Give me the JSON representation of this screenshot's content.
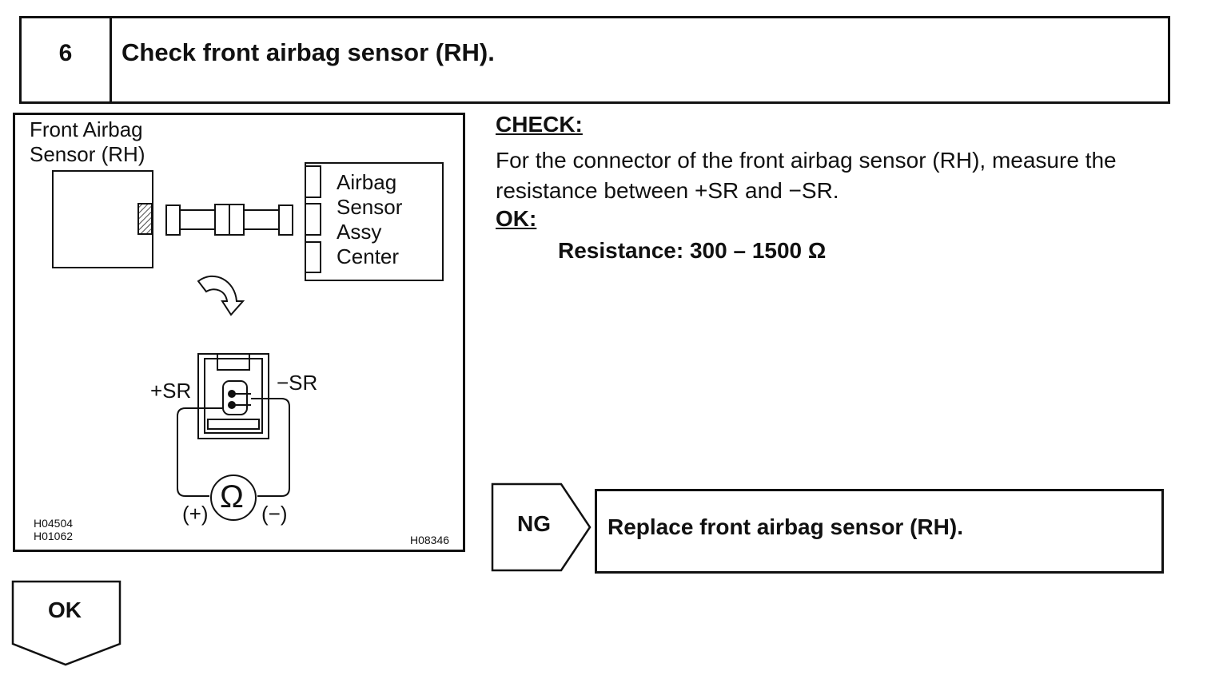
{
  "header": {
    "step_number": "6",
    "title": "Check front airbag sensor (RH)."
  },
  "figure": {
    "sensor_label_line1": "Front Airbag",
    "sensor_label_line2": "Sensor (RH)",
    "center_label_line1": "Airbag",
    "center_label_line2": "Sensor",
    "center_label_line3": "Assy",
    "center_label_line4": "Center",
    "terminal_pos": "+SR",
    "terminal_neg": "−SR",
    "meter_symbol": "Ω",
    "meter_pos": "(+)",
    "meter_neg": "(−)",
    "code_1": "H04504",
    "code_2": "H01062",
    "code_3": "H08346"
  },
  "check": {
    "label": "CHECK:",
    "text": "For the connector of the front airbag sensor (RH), measure the resistance between +SR and −SR.",
    "ok_label": "OK:",
    "spec": "Resistance: 300 – 1500 Ω"
  },
  "results": {
    "ng_label": "NG",
    "ng_action": "Replace front airbag sensor (RH).",
    "ok_label": "OK"
  }
}
